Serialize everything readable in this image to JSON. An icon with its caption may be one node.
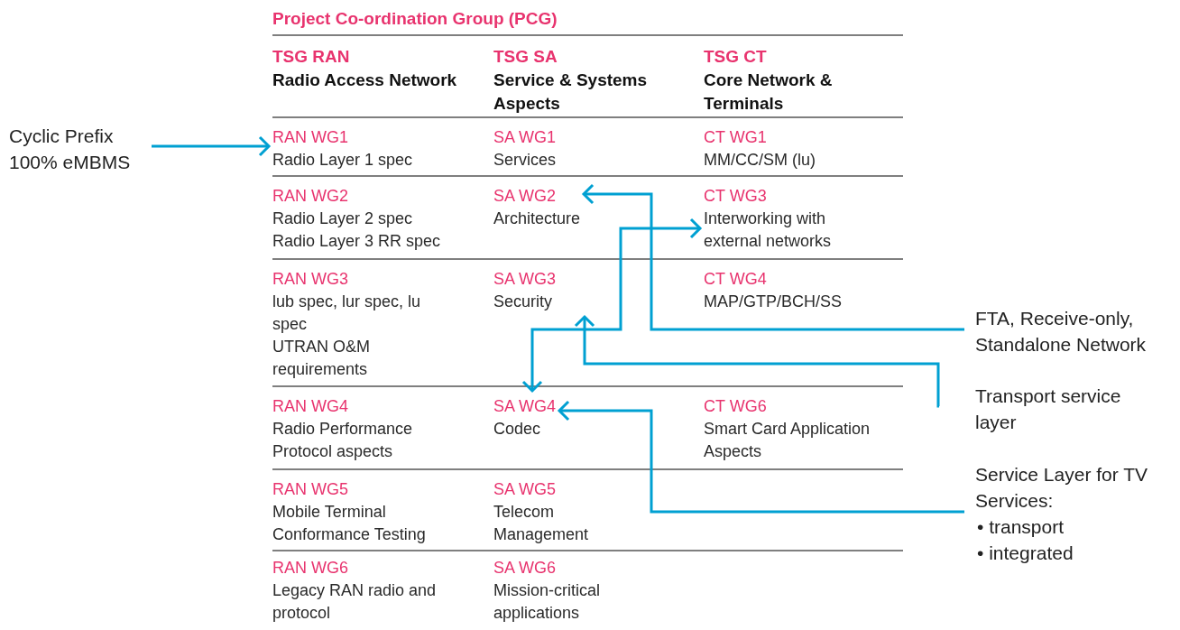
{
  "diagram": {
    "nodes": [
      {
        "text": [
          "Project Co-ordination Group (PCG)"
        ]
      },
      {
        "text": [
          "TSG RAN",
          "Radio Access Network"
        ],
        "in": 0
      },
      {
        "text": [
          "RAN WG1",
          "Radio Layer 1 spec"
        ],
        "in": 1
      },
      {
        "text": [
          "RAN WG2",
          "Radio Layer 2 spec",
          "Radio Layer 3 RR spec"
        ],
        "in": 1
      },
      {
        "text": [
          "RAN WG3",
          "lub spec, lur spec, lu spec",
          "UTRAN O&M requirements"
        ],
        "in": 1
      },
      {
        "text": [
          "RAN WG4",
          "Radio Performance Protocol aspects"
        ],
        "in": 1
      },
      {
        "text": [
          "RAN WG5",
          "Mobile Terminal Conformance Testing"
        ],
        "in": 1
      },
      {
        "text": [
          "RAN WG6",
          "Legacy RAN radio and protocol"
        ],
        "in": 1
      },
      {
        "text": [
          "TSG SA",
          "Service & Systems Aspects"
        ],
        "in": 0
      },
      {
        "text": [
          "SA WG1",
          "Services"
        ],
        "in": 8
      },
      {
        "text": [
          "SA WG2",
          "Architecture"
        ],
        "in": 8
      },
      {
        "text": [
          "SA WG3",
          "Security"
        ],
        "in": 8
      },
      {
        "text": [
          "SA WG4",
          "Codec"
        ],
        "in": 8
      },
      {
        "text": [
          "SA WG5",
          "Telecom Management"
        ],
        "in": 8
      },
      {
        "text": [
          "SA WG6",
          "Mission-critical applications"
        ],
        "in": 8
      },
      {
        "text": [
          "TSG CT",
          "Core Network & Terminals"
        ],
        "in": 0
      },
      {
        "text": [
          "CT WG1",
          "MM/CC/SM (lu)"
        ],
        "in": 15
      },
      {
        "text": [
          "CT WG3",
          "Interworking with external networks"
        ],
        "in": 15
      },
      {
        "text": [
          "CT WG4",
          "MAP/GTP/BCH/SS"
        ],
        "in": 15
      },
      {
        "text": [
          "CT WG6",
          "Smart Card Application Aspects"
        ],
        "in": 15
      },
      {
        "text": [
          "Cyclic Prefix 100% eMBMS"
        ]
      },
      {
        "text": [
          "FTA, Receive-only, Standalone Network"
        ]
      },
      {
        "text": [
          "Transport service layer"
        ]
      },
      {
        "text": [
          "Service Layer for TV Services:",
          "• transport",
          "• integrated"
        ]
      }
    ],
    "edges": [
      {
        "from": 20,
        "to": 2,
        "arrow": "to"
      },
      {
        "from": 21,
        "to": 10,
        "arrow": "to"
      },
      {
        "from": 17,
        "to": 12,
        "arrow": "both"
      },
      {
        "from": 22,
        "to": 11,
        "arrow": "to"
      },
      {
        "from": 23,
        "to": 12,
        "arrow": "to"
      }
    ]
  }
}
